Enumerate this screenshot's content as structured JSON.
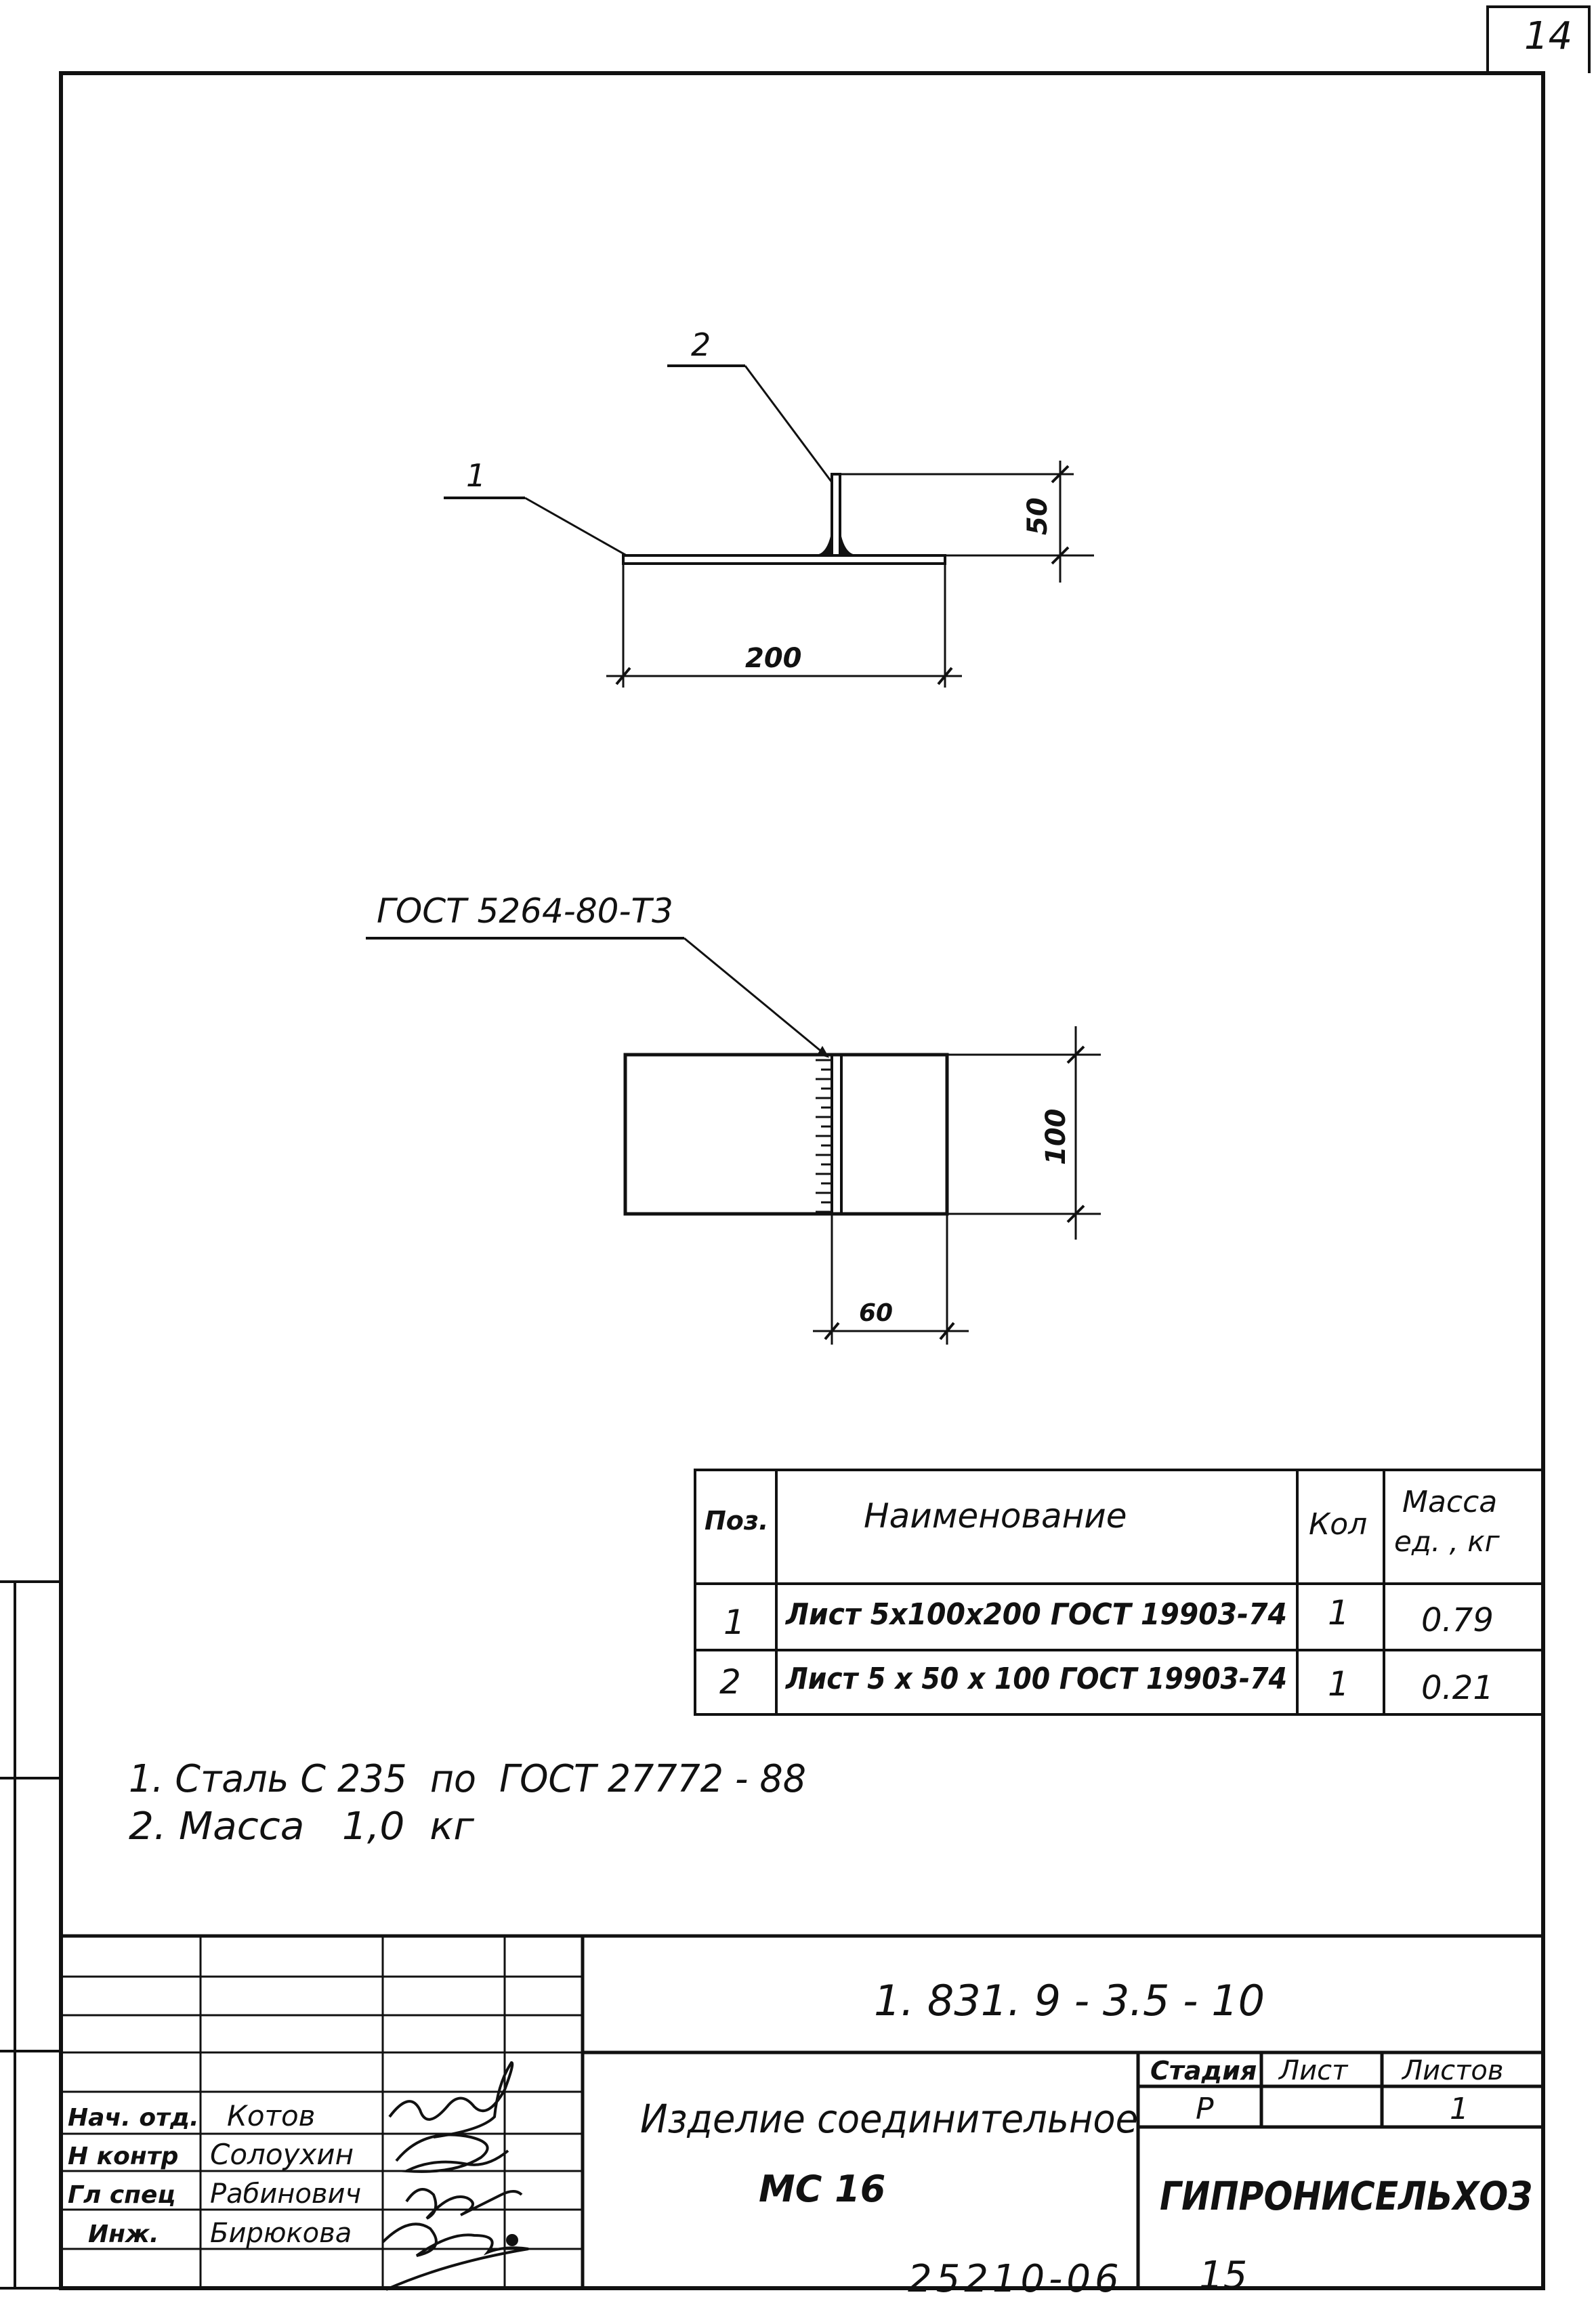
{
  "sheet_no": "14",
  "drawing1": {
    "pos1": "1",
    "pos2": "2",
    "dim_width": "200",
    "dim_height": "50"
  },
  "drawing2": {
    "weld_note": "ГОСТ 5264-80-Т3",
    "dim_height": "100",
    "dim_width": "60"
  },
  "spec_table": {
    "headers": {
      "pos": "Поз.",
      "name": "Наименование",
      "qty": "Кол",
      "mass_1": "Масса",
      "mass_2": "ед. , кг"
    },
    "rows": [
      {
        "pos": "1",
        "name": "Лист 5х100х200 ГОСТ 19903-74",
        "qty": "1",
        "mass": "0.79"
      },
      {
        "pos": "2",
        "name": "Лист 5 х 50 х 100 ГОСТ 19903-74",
        "qty": "1",
        "mass": "0.21"
      }
    ]
  },
  "notes": [
    "1. Сталь С 235  по  ГОСТ 27772 - 88",
    "2. Масса   1,0  кг"
  ],
  "title_block": {
    "designation": "1. 831. 9 - 3.5 - 10",
    "product_name": "Изделие соединительное",
    "product_code": "МС 16",
    "stage_label": "Стадия",
    "sheet_label": "Лист",
    "sheets_label": "Листов",
    "stage": "Р",
    "sheet": "",
    "sheets": "1",
    "organization": "ГИПРОНИСЕЛЬХОЗ",
    "signers": [
      {
        "role": "Нач. отд.",
        "name": "Котов"
      },
      {
        "role": "Н контр",
        "name": "Солоухин"
      },
      {
        "role": "Гл спец",
        "name": "Рабинович"
      },
      {
        "role": "Инж.",
        "name": "Бирюкова"
      }
    ]
  },
  "footer": {
    "archive_no": "25210-06",
    "page": "15"
  }
}
